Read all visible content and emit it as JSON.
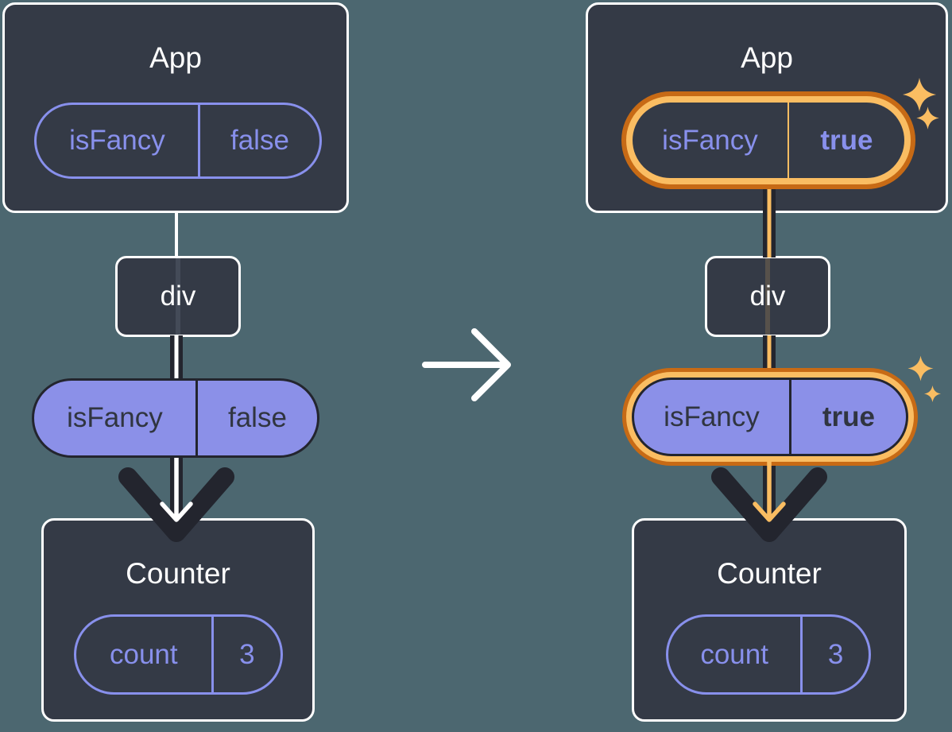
{
  "diagram": {
    "description": "React state flow diagram, before and after isFancy prop change",
    "before": {
      "app": {
        "title": "App",
        "state_pill": {
          "key": "isFancy",
          "value": "false"
        }
      },
      "div_node": {
        "label": "div"
      },
      "prop_pill": {
        "key": "isFancy",
        "value": "false"
      },
      "counter": {
        "title": "Counter",
        "state_pill": {
          "key": "count",
          "value": "3"
        }
      }
    },
    "after": {
      "app": {
        "title": "App",
        "state_pill": {
          "key": "isFancy",
          "value": "true"
        }
      },
      "div_node": {
        "label": "div"
      },
      "prop_pill": {
        "key": "isFancy",
        "value": "true"
      },
      "counter": {
        "title": "Counter",
        "state_pill": {
          "key": "count",
          "value": "3"
        }
      }
    },
    "icons": {
      "transition": "arrow-right-icon",
      "highlight": "sparkles-icon"
    },
    "colors": {
      "background": "#4C6770",
      "card_fill": "#343A46",
      "card_border": "#FFFFFF",
      "purple": "#8890EC",
      "purple_fill": "#8B90E8",
      "dark_ink": "#23252E",
      "orange_dark": "#C76A15",
      "orange_light": "#FABD62",
      "white": "#FFFFFF"
    }
  }
}
